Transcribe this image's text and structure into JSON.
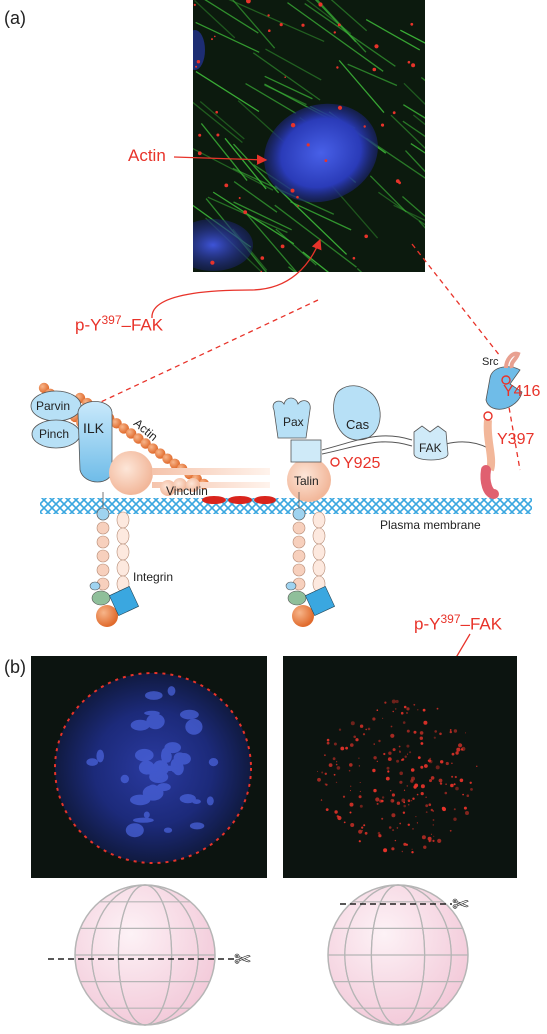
{
  "panel_a": {
    "label": "(a)",
    "actin_label": "Actin",
    "pfak_prefix": "p-Y",
    "pfak_sup": "397",
    "pfak_suffix": "–FAK"
  },
  "diagram": {
    "parvin": "Parvin",
    "pinch": "Pinch",
    "ilk": "ILK",
    "actin": "Actin",
    "vinculin": "Vinculin",
    "talin": "Talin",
    "pax": "Pax",
    "cas": "Cas",
    "fak": "FAK",
    "src": "Src",
    "y925": "Y925",
    "y416": "Y416",
    "y397": "Y397",
    "plasma_membrane": "Plasma membrane",
    "integrin": "Integrin"
  },
  "panel_b": {
    "label": "(b)",
    "pfak_prefix": "p-Y",
    "pfak_sup": "397",
    "pfak_suffix": "–FAK"
  },
  "colors": {
    "annotation_red": "#e8332a",
    "actin_green": "#3fbf3a",
    "nucleus_blue": "#3a4fd8",
    "protein_blue": "#9fd3f0",
    "membrane_blue": "#3aa7e0",
    "sphere_pink": "#f6dce6"
  }
}
